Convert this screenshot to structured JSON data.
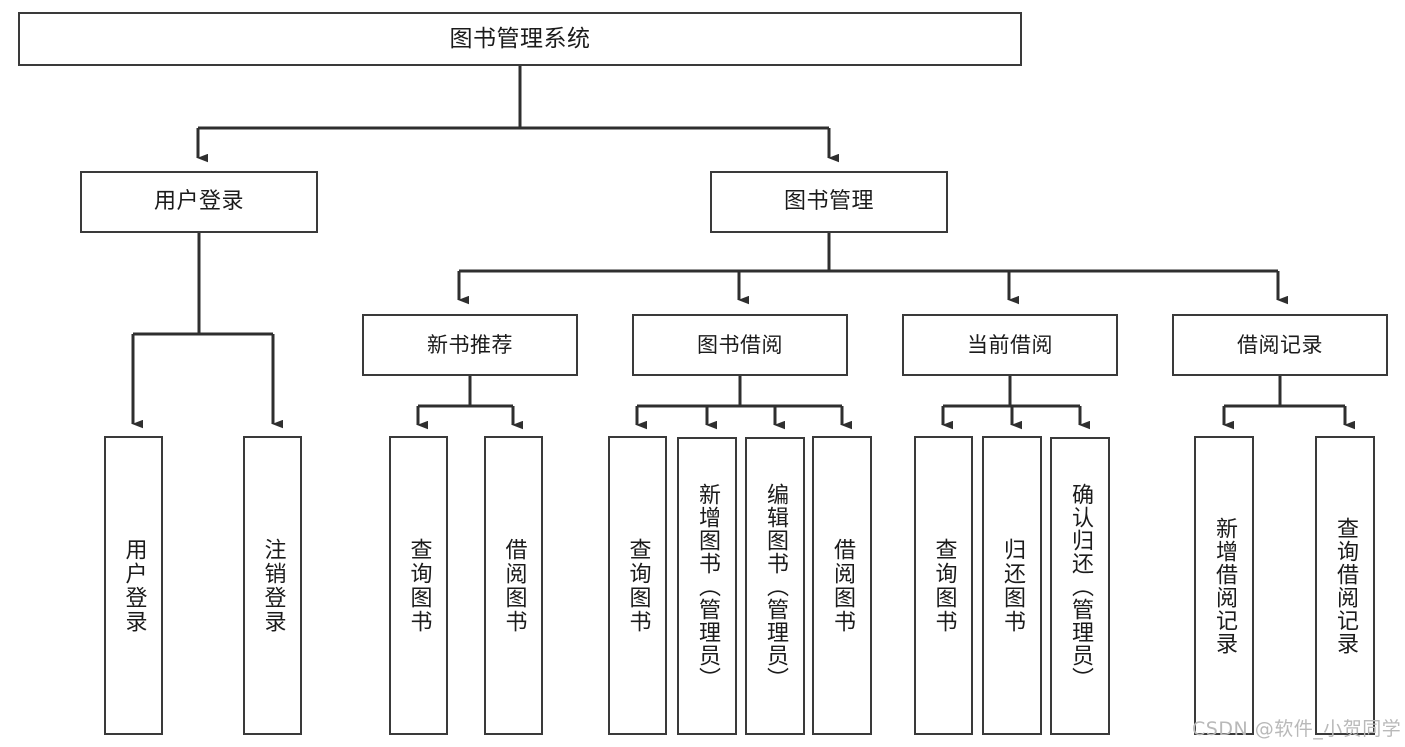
{
  "diagram": {
    "type": "hierarchy-tree",
    "title": "图书管理系统",
    "watermark": "CSDN @软件_小贺同学",
    "colors": {
      "box_border": "#3a3a3a",
      "box_fill": "#ffffff",
      "connector": "#2f2f2f",
      "text": "#1b1b1b",
      "watermark": "#b9b9b9"
    },
    "nodes": {
      "root": {
        "label": "图书管理系统"
      },
      "level2": [
        {
          "label": "用户登录"
        },
        {
          "label": "图书管理"
        }
      ],
      "level3": [
        {
          "label": "新书推荐"
        },
        {
          "label": "图书借阅"
        },
        {
          "label": "当前借阅"
        },
        {
          "label": "借阅记录"
        }
      ],
      "leaves": {
        "user_login": [
          {
            "label": "用户登录"
          },
          {
            "label": "注销登录"
          }
        ],
        "new_book_recommend": [
          {
            "label": "查询图书"
          },
          {
            "label": "借阅图书"
          }
        ],
        "book_borrow": [
          {
            "label": "查询图书"
          },
          {
            "label": "新增图书（管理员）"
          },
          {
            "label": "编辑图书（管理员）"
          },
          {
            "label": "借阅图书"
          }
        ],
        "current_borrow": [
          {
            "label": "查询图书"
          },
          {
            "label": "归还图书"
          },
          {
            "label": "确认归还（管理员）"
          }
        ],
        "borrow_record": [
          {
            "label": "新增借阅记录"
          },
          {
            "label": "查询借阅记录"
          }
        ]
      }
    }
  }
}
